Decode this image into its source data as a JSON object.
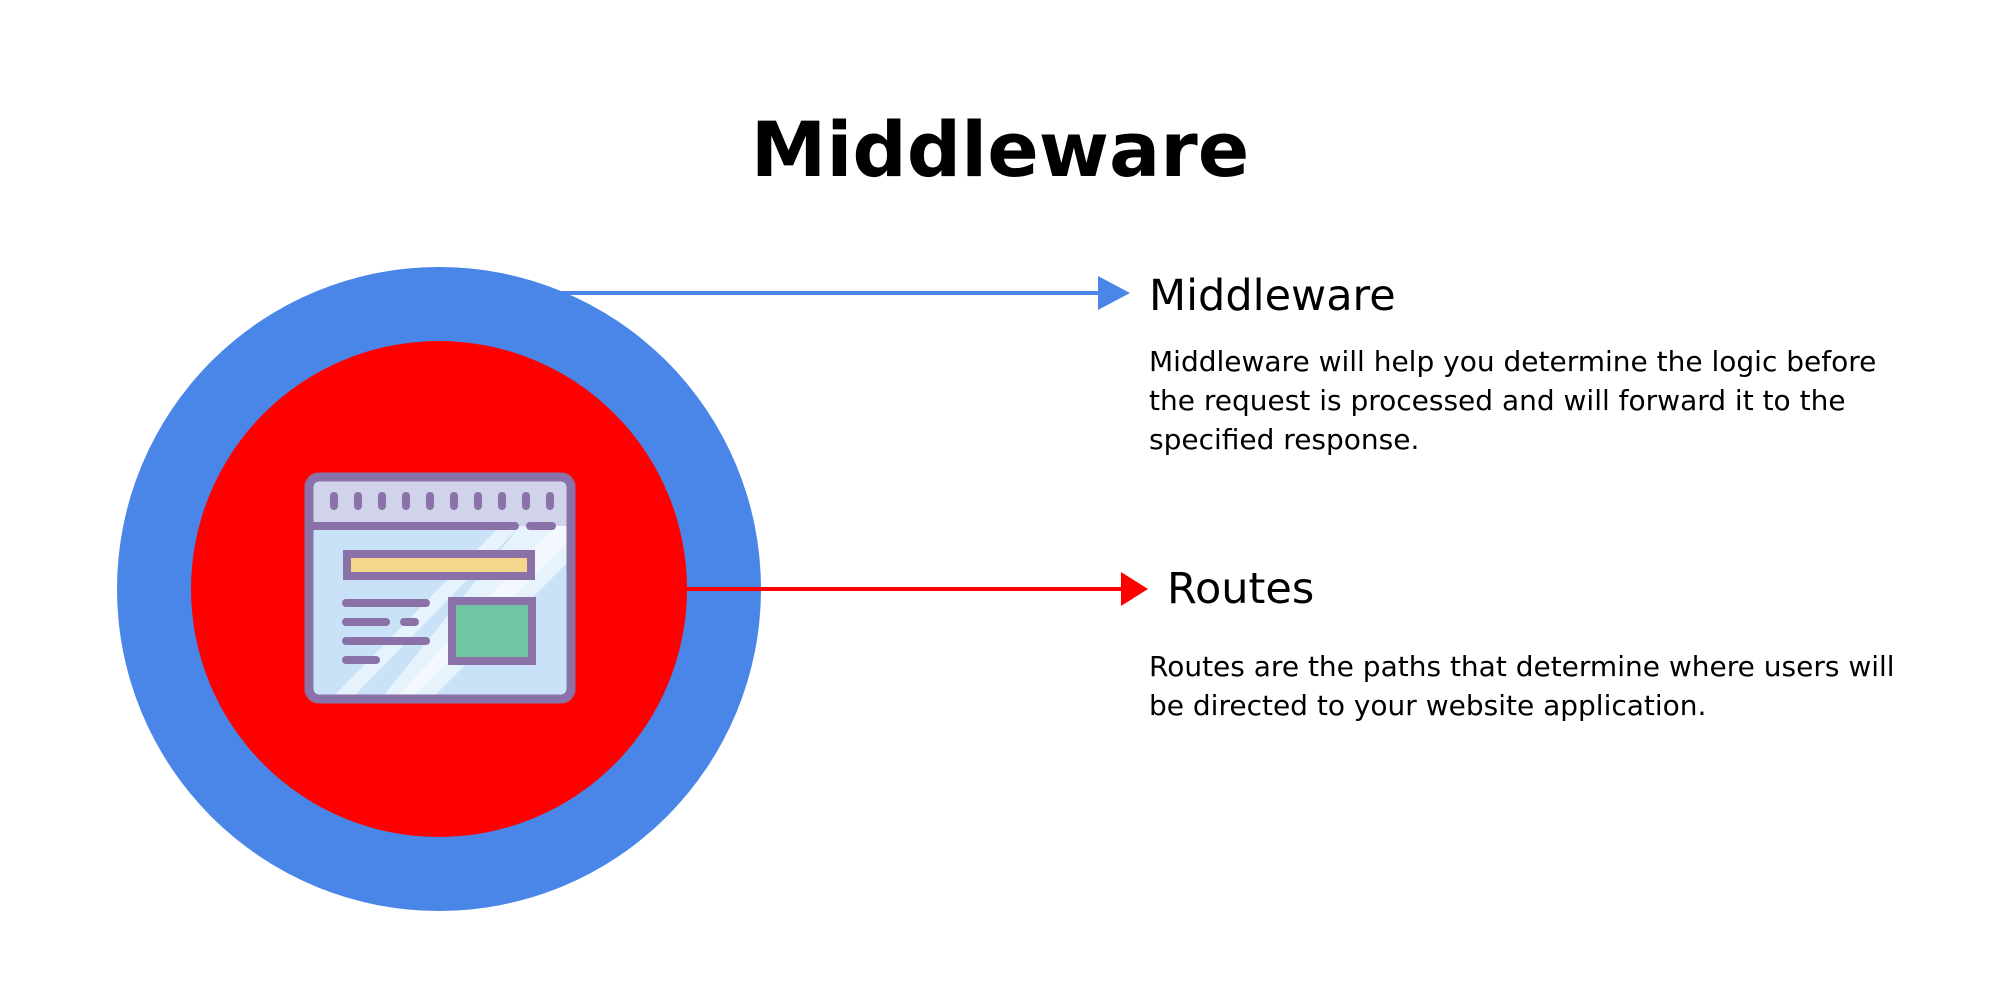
{
  "title": "Middleware",
  "items": [
    {
      "title": "Middleware",
      "description": "Middleware will help you determine the logic before the request is processed and will forward it to the specified response.",
      "color": "#4a86e8"
    },
    {
      "title": "Routes",
      "description": "Routes are the paths that determine where users will be directed to your website application.",
      "color": "#ff0000"
    }
  ],
  "icon": "browser-window-icon",
  "colors": {
    "outer_ring": "#4a86e8",
    "inner_circle": "#ff0000",
    "icon_stroke": "#8a72a8",
    "icon_header": "#d1d3ea",
    "icon_body": "#c9e2f7",
    "icon_bar": "#f5d78c",
    "icon_image": "#6fc5a4"
  }
}
